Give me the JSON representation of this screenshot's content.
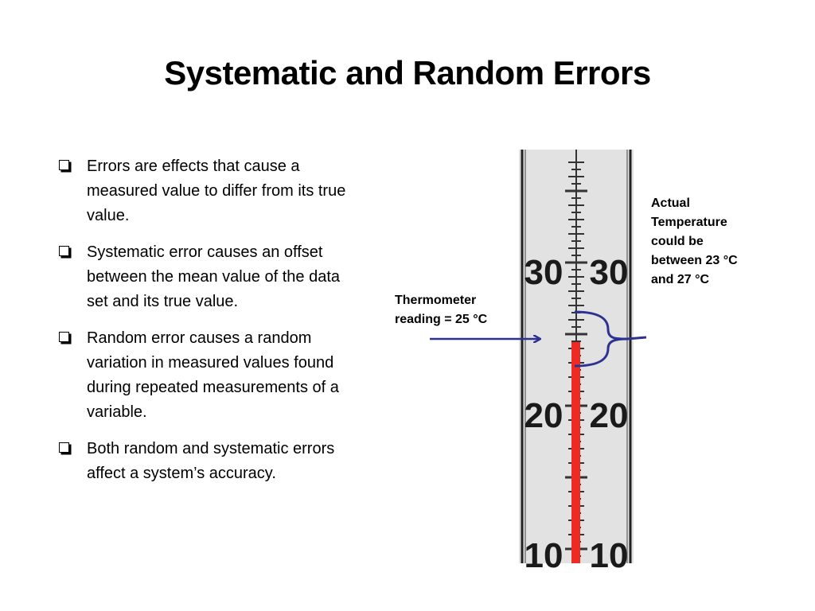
{
  "slide": {
    "title": "Systematic and Random Errors"
  },
  "bullets": [
    "Errors are effects that cause a measured value to differ from its true value.",
    "Systematic error causes an offset between the mean value of the data set and its true value.",
    "Random error causes a random variation in measured values found during repeated measurements of a variable.",
    "Both random and systematic errors affect a system’s accuracy."
  ],
  "thermometer": {
    "scale_labels": [
      "30",
      "20",
      "10"
    ],
    "reading_label_lines": [
      "Thermometer",
      "reading = 25 °C"
    ],
    "actual_label_lines": [
      "Actual",
      "Temperature",
      "could be",
      "between 23 °C",
      "and 27 °C"
    ],
    "reading": 25,
    "range_low": 23,
    "range_high": 27,
    "colors": {
      "liquid": "#ed2b24",
      "arrow": "#2e3192",
      "tube_fill": "#e2e2e2"
    }
  }
}
